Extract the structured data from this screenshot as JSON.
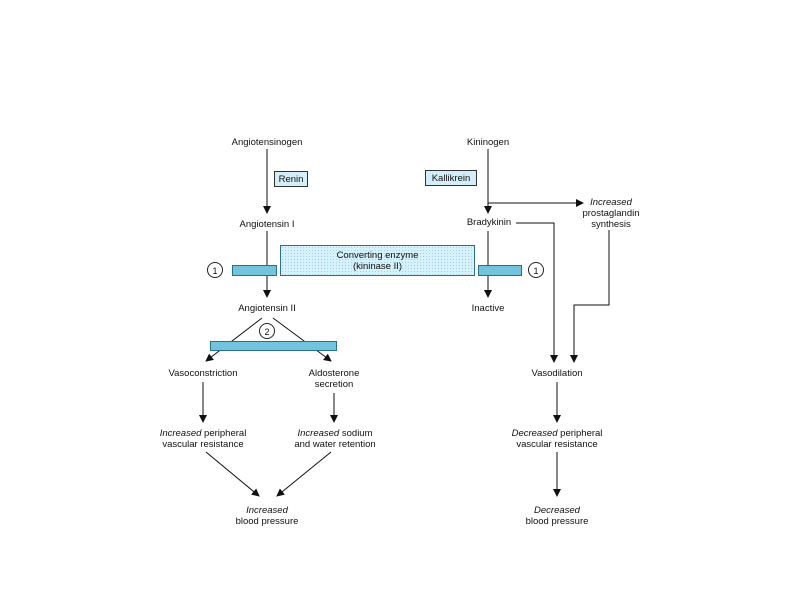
{
  "left_pathway": {
    "angiotensinogen": "Angiotensinogen",
    "renin": "Renin",
    "angiotensin_1": "Angiotensin I",
    "angiotensin_2": "Angiotensin II",
    "vasoconstriction": "Vasoconstriction",
    "aldosterone_line1": "Aldosterone",
    "aldosterone_line2": "secretion",
    "ipvr_italic": "Increased",
    "ipvr_rest": " peripheral",
    "ipvr_line2": "vascular resistance",
    "isw_italic": "Increased",
    "isw_rest": " sodium",
    "isw_line2": "and water retention",
    "ibp_italic": "Increased",
    "ibp_line2": "blood pressure"
  },
  "right_pathway": {
    "kininogen": "Kininogen",
    "kallikrein": "Kallikrein",
    "bradykinin": "Bradykinin",
    "inactive": "Inactive",
    "ips_italic": "Increased",
    "ips_line2": "prostaglandin",
    "ips_line3": "synthesis",
    "vasodilation": "Vasodilation",
    "dpvr_italic": "Decreased",
    "dpvr_rest": " peripheral",
    "dpvr_line2": "vascular resistance",
    "dbp_italic": "Decreased",
    "dbp_line2": "blood pressure"
  },
  "enzyme": {
    "line1": "Converting enzyme",
    "line2": "(kininase II)"
  },
  "markers": {
    "left": "1",
    "right": "1",
    "lower": "2"
  },
  "colors": {
    "enzyme_fill": "#d6f1fa",
    "bar_fill": "#72c4dc",
    "label_box_fill": "#d3eef8"
  }
}
